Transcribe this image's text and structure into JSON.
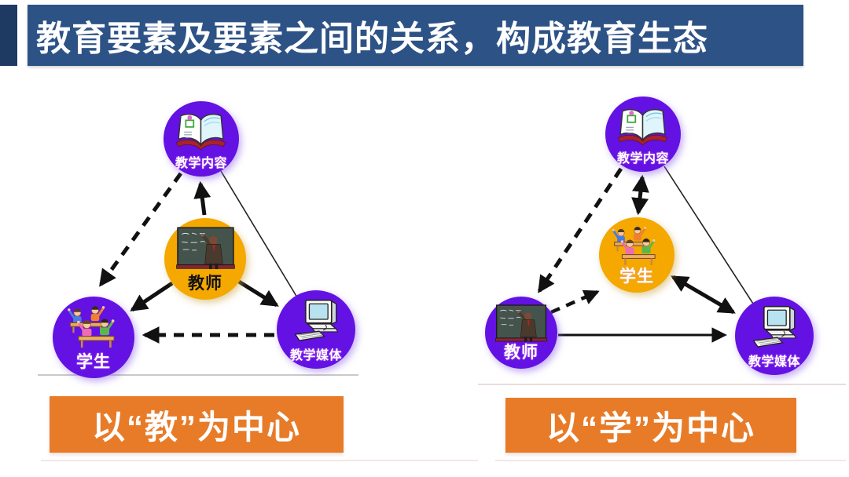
{
  "title": {
    "text": "教育要素及要素之间的关系，构成教育生态"
  },
  "colors": {
    "title_bar": "#2D5286",
    "title_accent": "#1E3A63",
    "node_purple": "#6312E3",
    "node_yellow": "#F4A800",
    "caption_orange": "#E87B28",
    "arrow": "#111111",
    "text_white": "#FFFFFF"
  },
  "diagrams": [
    {
      "name": "teacher-centered",
      "caption": "以“教”为中心",
      "nodes": {
        "top": {
          "label": "教学内容",
          "icon": "book-icon"
        },
        "center": {
          "label": "教师",
          "icon": "teacher-icon"
        },
        "bottom_left": {
          "label": "学生",
          "icon": "students-icon"
        },
        "bottom_right": {
          "label": "教学媒体",
          "icon": "computer-icon"
        }
      },
      "edges": [
        {
          "from": "教师",
          "to": "教学内容",
          "style": "solid-thick",
          "heads": 1
        },
        {
          "from": "教师",
          "to": "学生",
          "style": "solid-thick",
          "heads": 1
        },
        {
          "from": "教师",
          "to": "教学媒体",
          "style": "solid-thick",
          "heads": 1
        },
        {
          "from": "教学内容",
          "to": "学生",
          "style": "dashed-thick",
          "heads": 1
        },
        {
          "from": "教学媒体",
          "to": "学生",
          "style": "dashed-thick",
          "heads": 1
        },
        {
          "from": "教学内容",
          "to": "教学媒体",
          "style": "thin-line",
          "heads": 0
        }
      ]
    },
    {
      "name": "learner-centered",
      "caption": "以“学”为中心",
      "nodes": {
        "top": {
          "label": "教学内容",
          "icon": "book-icon"
        },
        "center": {
          "label": "学生",
          "icon": "students-icon"
        },
        "bottom_left": {
          "label": "教师",
          "icon": "teacher-icon"
        },
        "bottom_right": {
          "label": "教学媒体",
          "icon": "computer-icon"
        }
      },
      "edges": [
        {
          "from": "学生",
          "to": "教学内容",
          "style": "solid-thick",
          "heads": 2
        },
        {
          "from": "学生",
          "to": "教学媒体",
          "style": "solid-thick",
          "heads": 2
        },
        {
          "from": "教学内容",
          "to": "教师",
          "style": "dashed-thick",
          "heads": 1
        },
        {
          "from": "教师",
          "to": "学生",
          "style": "dashed-thick",
          "heads": 1
        },
        {
          "from": "教师",
          "to": "教学媒体",
          "style": "solid-medium",
          "heads": 1
        },
        {
          "from": "教学内容",
          "to": "教学媒体",
          "style": "thin-line",
          "heads": 0
        }
      ]
    }
  ]
}
